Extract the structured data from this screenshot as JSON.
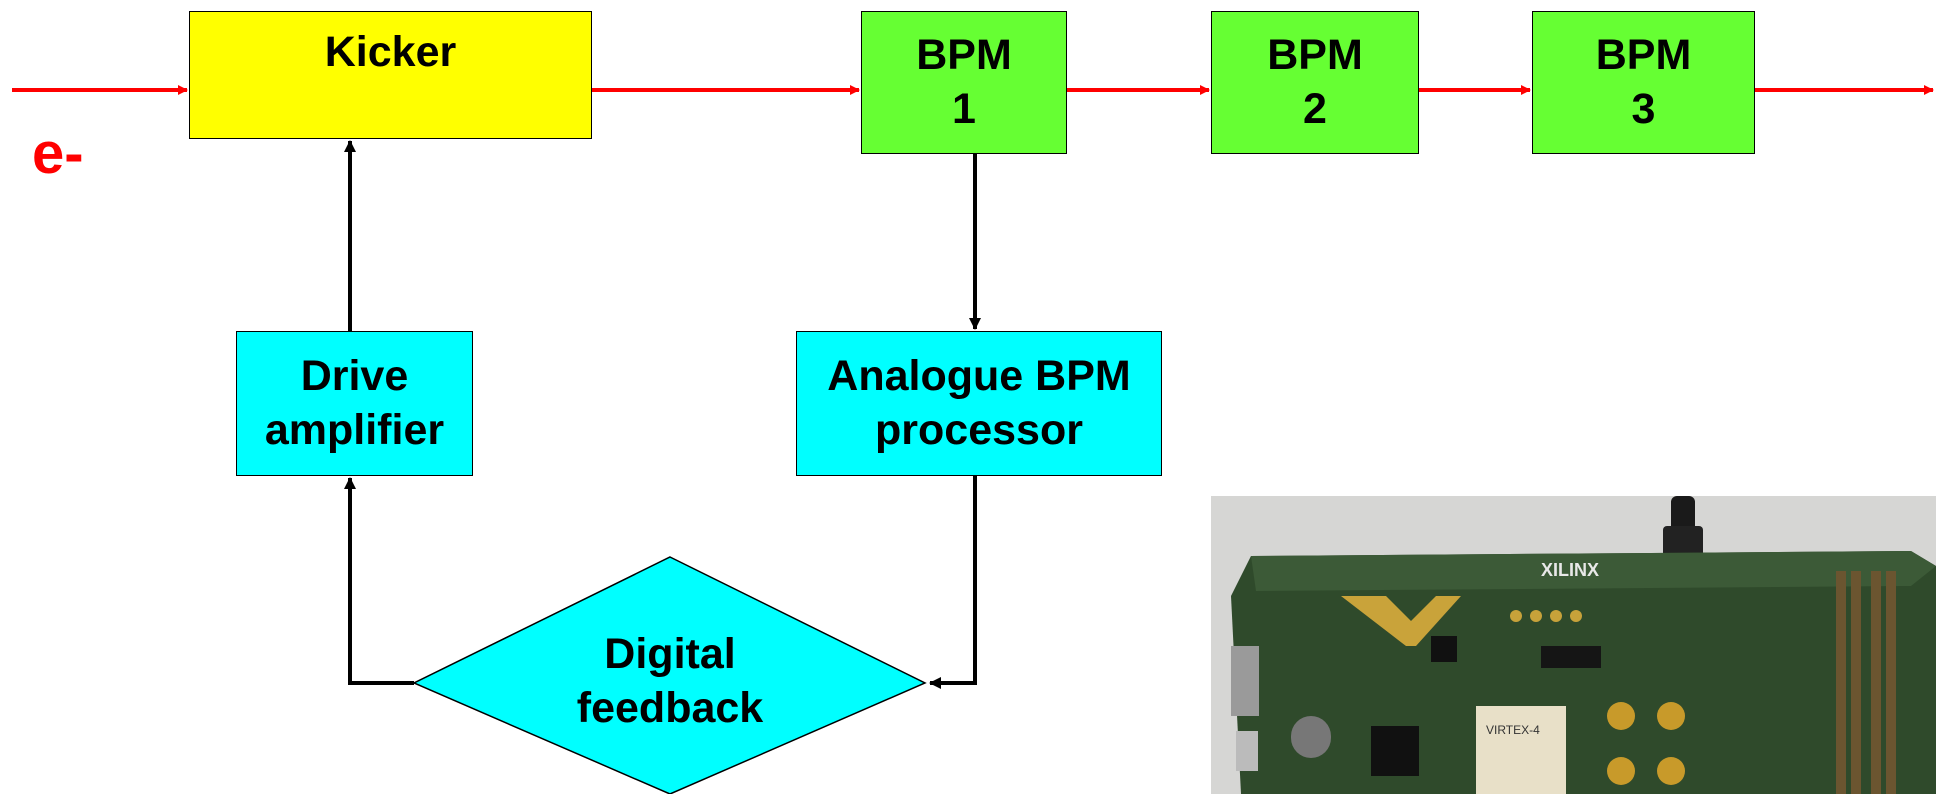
{
  "beam": {
    "label": "e-"
  },
  "blocks": {
    "kicker": {
      "label": "Kicker"
    },
    "bpm1": {
      "line1": "BPM",
      "line2": "1"
    },
    "bpm2": {
      "line1": "BPM",
      "line2": "2"
    },
    "bpm3": {
      "line1": "BPM",
      "line2": "3"
    },
    "drive": {
      "line1": "Drive",
      "line2": "amplifier"
    },
    "analogue": {
      "line1": "Analogue BPM",
      "line2": "processor"
    },
    "digital": {
      "line1": "Digital",
      "line2": "feedback"
    }
  },
  "photo": {
    "board_label": "XILINX",
    "chip_label": "VIRTEX-4"
  },
  "colors": {
    "beam": "#ff0000",
    "kicker": "#ffff00",
    "bpm": "#66ff33",
    "processing": "#00ffff"
  }
}
